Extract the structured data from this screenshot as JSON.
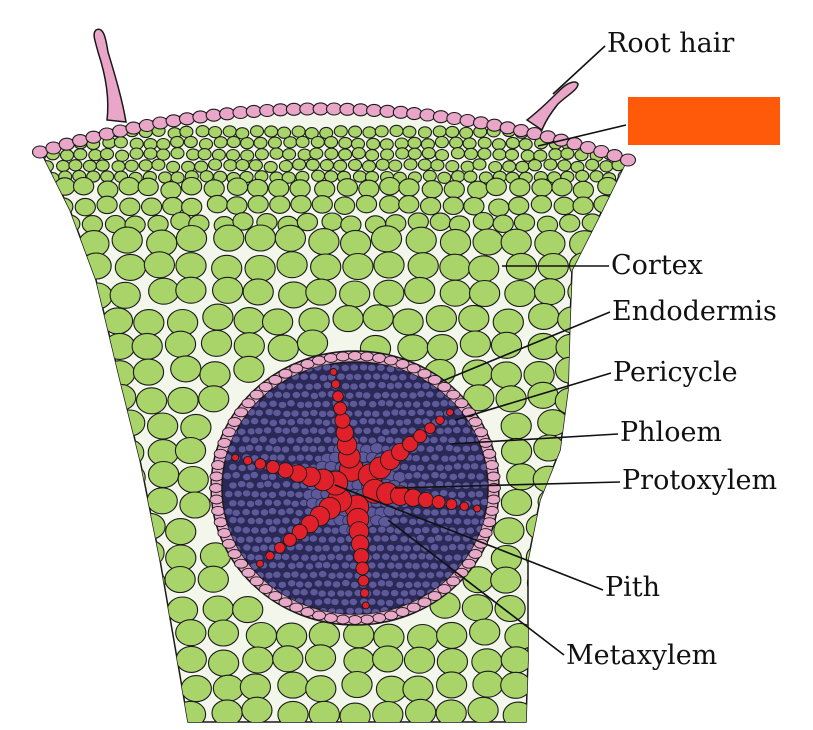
{
  "diagram": {
    "labels": {
      "root_hair": "Root hair",
      "cortex": "Cortex",
      "endodermis": "Endodermis",
      "pericycle": "Pericycle",
      "phloem": "Phloem",
      "protoxylem": "Protoxylem",
      "pith": "Pith",
      "metaxylem": "Metaxylem"
    },
    "colors": {
      "epidermis": "#e9a6c8",
      "cortex": "#a8d46a",
      "cell_outline": "#1a1a1a",
      "pericycle_ring": "#e8a8c8",
      "stele": "#5e5a9a",
      "stele_dark": "#2a2856",
      "xylem": "#e0202a",
      "hidden_label_box": "#ff5a0a"
    }
  }
}
